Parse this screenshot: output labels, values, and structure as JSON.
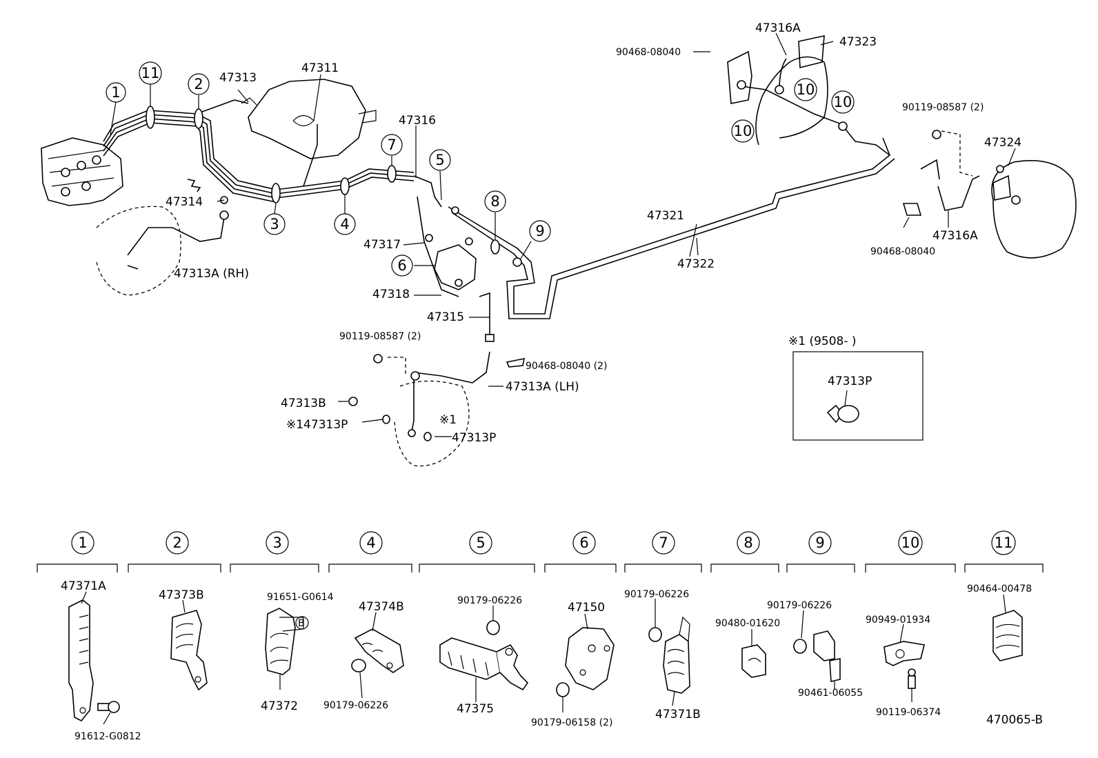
{
  "callouts": [
    "1",
    "2",
    "3",
    "4",
    "5",
    "6",
    "7",
    "8",
    "9",
    "10",
    "11"
  ],
  "diagram_labels": {
    "l47313": "47313",
    "l47311": "47311",
    "l47316": "47316",
    "l47314": "47314",
    "l47313A_RH": "47313A (RH)",
    "l47317": "47317",
    "l47318": "47318",
    "l47315": "47315",
    "l47321": "47321",
    "l47322": "47322",
    "l47316A_top": "47316A",
    "l47323": "47323",
    "l90468_top": "90468-08040",
    "l90119_right": "90119-08587 (2)",
    "l47324": "47324",
    "l90468_right": "90468-08040",
    "l47316A_right": "47316A",
    "l90119_left": "90119-08587 (2)",
    "l90468_lh": "90468-08040 (2)",
    "l47313A_LH": "47313A (LH)",
    "l47313B": "47313B",
    "l147313P": "※147313P",
    "l_star1": "※1",
    "l47313P": "47313P"
  },
  "inset": {
    "title": "※1 (9508-        )",
    "part": "47313P"
  },
  "legend_parts": {
    "p47371A": "47371A",
    "p91612": "91612-G0812",
    "p47373B": "47373B",
    "p91651": "91651-G0614",
    "pB": "B",
    "p47372": "47372",
    "p47374B": "47374B",
    "p90179_4": "90179-06226",
    "p90179_5": "90179-06226",
    "p47375": "47375",
    "p47150": "47150",
    "p90179_6": "90179-06158 (2)",
    "p90179_7": "90179-06226",
    "p47371B": "47371B",
    "p90480": "90480-01620",
    "p90179_9": "90179-06226",
    "p90461": "90461-06055",
    "p90949": "90949-01934",
    "p90119_10": "90119-06374",
    "p90464": "90464-00478"
  },
  "figure_code": "470065-B"
}
